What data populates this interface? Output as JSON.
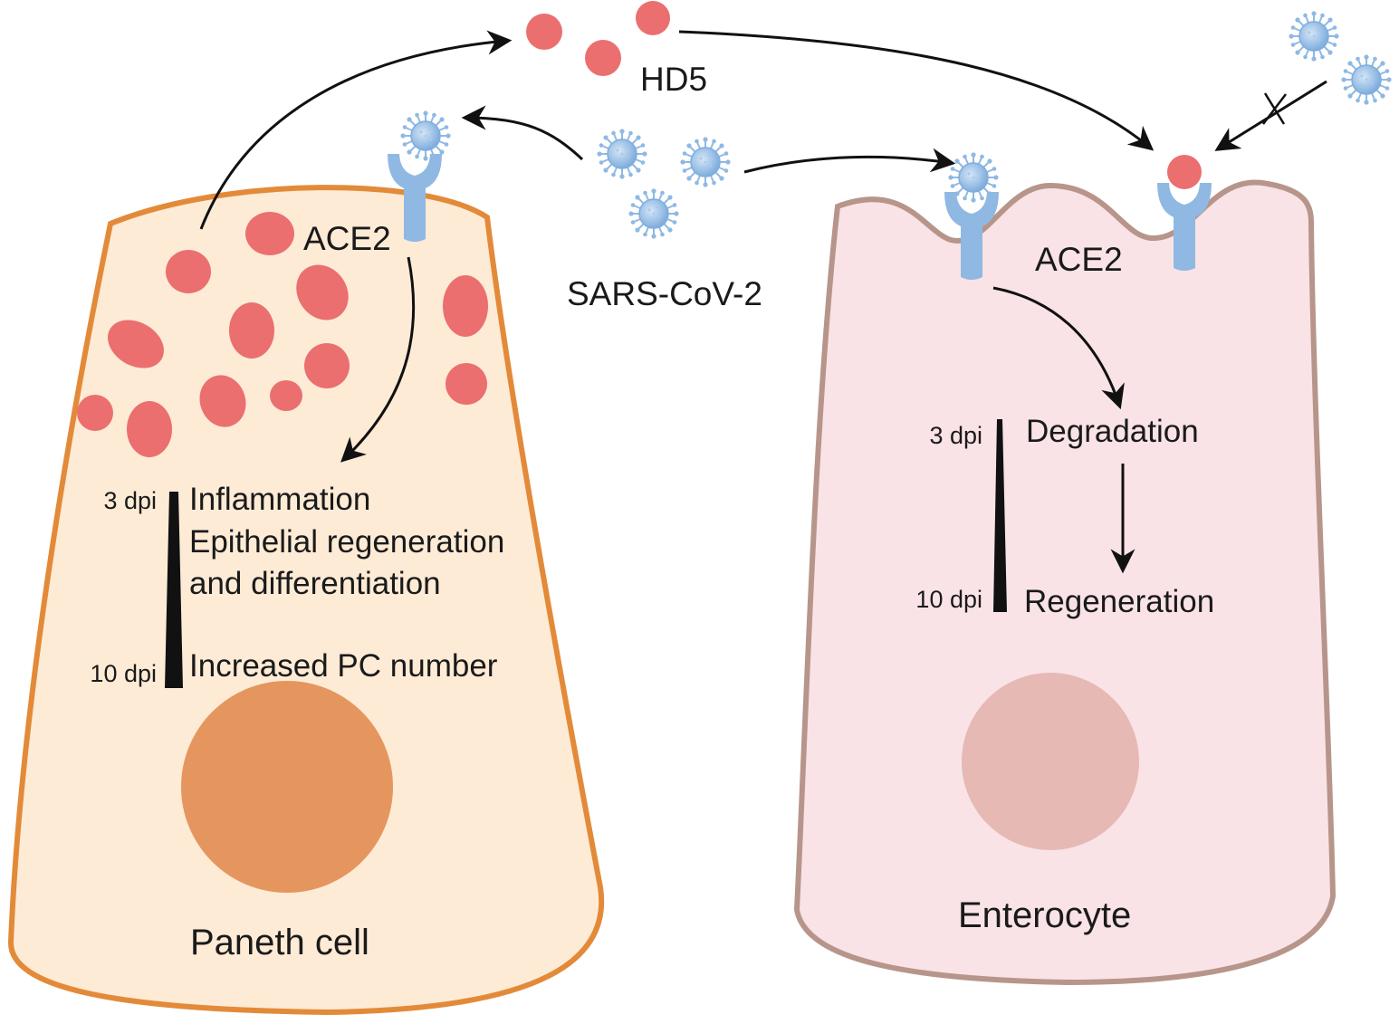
{
  "colors": {
    "paneth_fill": "#fdebd6",
    "paneth_border": "#e38a39",
    "paneth_nucleus": "#e5965e",
    "granule": "#eb6f6f",
    "entero_fill": "#f9e3e6",
    "entero_border": "#b7958a",
    "entero_nucleus": "#e6b9b5",
    "receptor": "#8fb9e3",
    "virus": "#8fb9e3",
    "arrow": "#111111"
  },
  "icons": {
    "virus": "virus-icon",
    "receptor": "ace2-receptor-icon",
    "granule": "hd5-granule-icon"
  },
  "labels": {
    "hd5": "HD5",
    "virus": "SARS-CoV-2",
    "ace2_left": "ACE2",
    "ace2_right": "ACE2"
  },
  "paneth_cell": {
    "name": "Paneth cell",
    "timeline_start": "3 dpi",
    "timeline_end": "10 dpi",
    "events": [
      "Inflammation",
      "Epithelial regeneration",
      "and differentiation",
      "Increased PC number"
    ]
  },
  "enterocyte": {
    "name": "Enterocyte",
    "timeline_start": "3 dpi",
    "timeline_end": "10 dpi",
    "events": [
      "Degradation",
      "Regeneration"
    ]
  }
}
